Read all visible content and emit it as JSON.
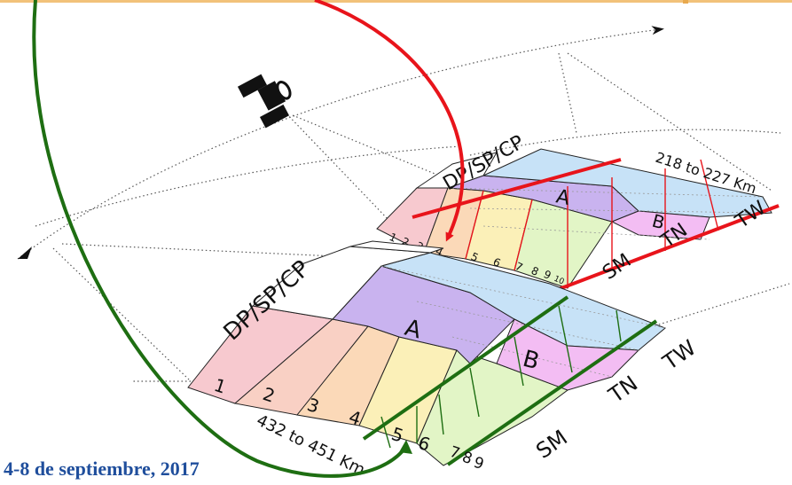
{
  "date": "4-8 de septiembre, 2017",
  "upper_swath": {
    "label": "DP/SP/CP",
    "range_label": "218 to 227 Km",
    "cell_a": "A",
    "cell_b": "B",
    "modes": [
      "TW",
      "TN",
      "SM"
    ],
    "beams": [
      "1",
      "2",
      "3",
      "4",
      "5",
      "6",
      "7",
      "8",
      "9",
      "10"
    ]
  },
  "lower_swath": {
    "label": "DP/SP/CP",
    "range_label": "432 to 451 Km",
    "cell_a": "A",
    "cell_b": "B",
    "modes": [
      "TW",
      "TN",
      "SM"
    ],
    "beams": [
      "1",
      "2",
      "3",
      "4",
      "5",
      "6",
      "7",
      "8",
      "9"
    ]
  },
  "colors": {
    "red_highlight": "#e8141b",
    "green_highlight": "#1e6e12",
    "date_text": "#1f4e9c",
    "beam_pink": "#f7c9cf",
    "beam_orange": "#fbd9b8",
    "beam_yellow": "#fbf0b8",
    "beam_green": "#e2f5c6",
    "band_purple": "#c9b3ef",
    "band_blue": "#c7e2f7",
    "band_magenta": "#f3bdf3"
  }
}
